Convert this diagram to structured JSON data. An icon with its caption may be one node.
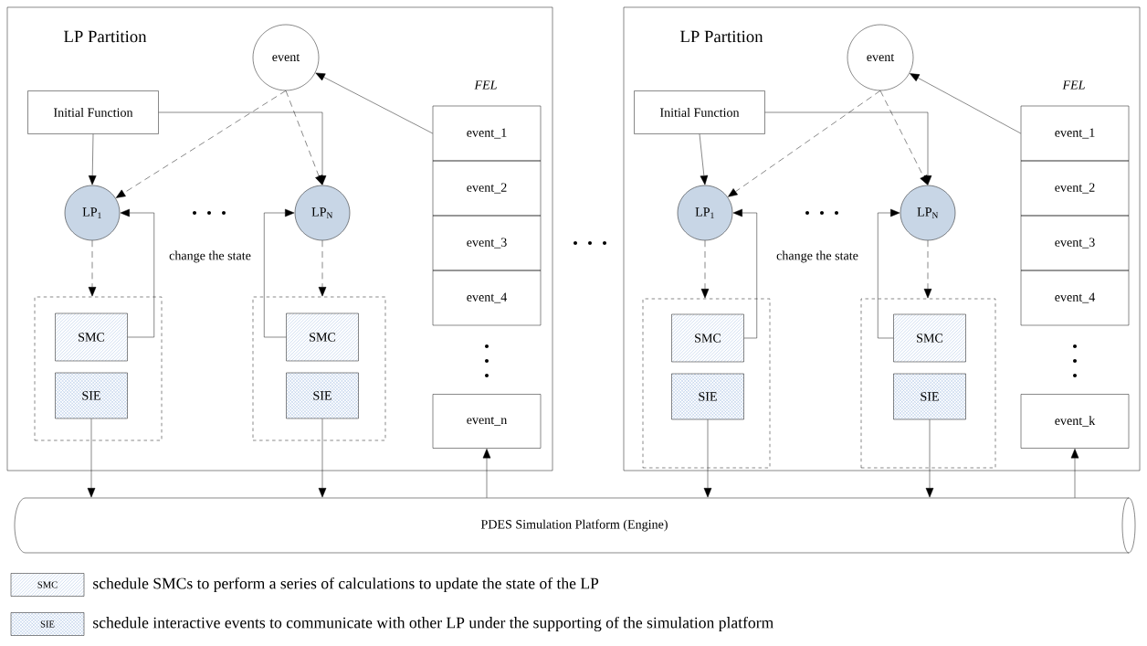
{
  "diagram": {
    "nodes": [
      {
        "text": [
          "LP Partition"
        ]
      },
      {
        "text": [
          "event"
        ],
        "in": 0
      },
      {
        "text": [
          "Initial Function"
        ],
        "in": 0
      },
      {
        "text": [
          "LP$_{1}$"
        ],
        "in": 0
      },
      {
        "text": [
          "LP$_{N}$"
        ],
        "in": 0
      },
      {
        "text": [],
        "shape": "box",
        "in": 0
      },
      {
        "text": [
          "SMC"
        ],
        "in": 5
      },
      {
        "text": [
          "SIE"
        ],
        "in": 5
      },
      {
        "text": [],
        "shape": "box",
        "in": 0
      },
      {
        "text": [
          "SMC"
        ],
        "in": 8
      },
      {
        "text": [
          "SIE"
        ],
        "in": 8
      },
      {
        "text": [
          "event_1"
        ],
        "in": 0
      },
      {
        "text": [
          "event_2"
        ],
        "in": 0
      },
      {
        "text": [
          "event_3"
        ],
        "in": 0
      },
      {
        "text": [
          "event_4"
        ],
        "in": 0
      },
      {
        "text": [
          "event_n"
        ],
        "in": 0
      },
      {
        "text": [
          "LP Partition"
        ]
      },
      {
        "text": [
          "event"
        ],
        "in": 16
      },
      {
        "text": [
          "Initial Function"
        ],
        "in": 16
      },
      {
        "text": [
          "LP$_{1}$"
        ],
        "in": 16
      },
      {
        "text": [
          "LP$_{N}$"
        ],
        "in": 16
      },
      {
        "text": [],
        "shape": "box",
        "in": 16
      },
      {
        "text": [
          "SMC"
        ],
        "in": 21
      },
      {
        "text": [
          "SIE"
        ],
        "in": 21
      },
      {
        "text": [],
        "shape": "box",
        "in": 16
      },
      {
        "text": [
          "SMC"
        ],
        "in": 24
      },
      {
        "text": [
          "SIE"
        ],
        "in": 24
      },
      {
        "text": [
          "event_1"
        ],
        "in": 16
      },
      {
        "text": [
          "event_2"
        ],
        "in": 16
      },
      {
        "text": [
          "event_3"
        ],
        "in": 16
      },
      {
        "text": [
          "event_4"
        ],
        "in": 16
      },
      {
        "text": [
          "event_k"
        ],
        "in": 16
      },
      {
        "text": [
          "PDES Simulation Platform (Engine)"
        ]
      }
    ],
    "edges": [
      {
        "from": 11,
        "to": 1,
        "arrow": "to"
      },
      {
        "from": 2,
        "to": 3,
        "arrow": "to"
      },
      {
        "from": 2,
        "to": 4,
        "arrow": "to"
      },
      {
        "from": 1,
        "to": 3,
        "arrow": "to",
        "style": "dashed"
      },
      {
        "from": 1,
        "to": 4,
        "arrow": "to",
        "style": "dashed"
      },
      {
        "from": 3,
        "to": 5,
        "arrow": "to",
        "style": "dashed"
      },
      {
        "from": 4,
        "to": 8,
        "arrow": "to",
        "style": "dashed"
      },
      {
        "from": 6,
        "to": 3,
        "arrow": "to"
      },
      {
        "from": 9,
        "to": 4,
        "arrow": "to"
      },
      {
        "from": 7,
        "to": 32,
        "arrow": "to"
      },
      {
        "from": 10,
        "to": 32,
        "arrow": "to"
      },
      {
        "from": 32,
        "to": 15,
        "arrow": "to"
      },
      {
        "from": 27,
        "to": 17,
        "arrow": "to"
      },
      {
        "from": 18,
        "to": 19,
        "arrow": "to"
      },
      {
        "from": 18,
        "to": 20,
        "arrow": "to"
      },
      {
        "from": 17,
        "to": 19,
        "arrow": "to",
        "style": "dashed"
      },
      {
        "from": 17,
        "to": 20,
        "arrow": "to",
        "style": "dashed"
      },
      {
        "from": 19,
        "to": 21,
        "arrow": "to",
        "style": "dashed"
      },
      {
        "from": 20,
        "to": 24,
        "arrow": "to",
        "style": "dashed"
      },
      {
        "from": 22,
        "to": 19,
        "arrow": "to"
      },
      {
        "from": 25,
        "to": 20,
        "arrow": "to"
      },
      {
        "from": 23,
        "to": 32,
        "arrow": "to"
      },
      {
        "from": 26,
        "to": 32,
        "arrow": "to"
      },
      {
        "from": 32,
        "to": 31,
        "arrow": "to"
      }
    ],
    "labels": [
      "FEL",
      "change the state",
      "FEL",
      "change the state",
      "SMC",
      "SIE"
    ],
    "legend": [
      {
        "text": "schedule SMCs to perform a series of calculations to update the state of the LP"
      },
      {
        "text": "schedule interactive events to communicate with other LP under the supporting of the simulation platform"
      }
    ]
  }
}
